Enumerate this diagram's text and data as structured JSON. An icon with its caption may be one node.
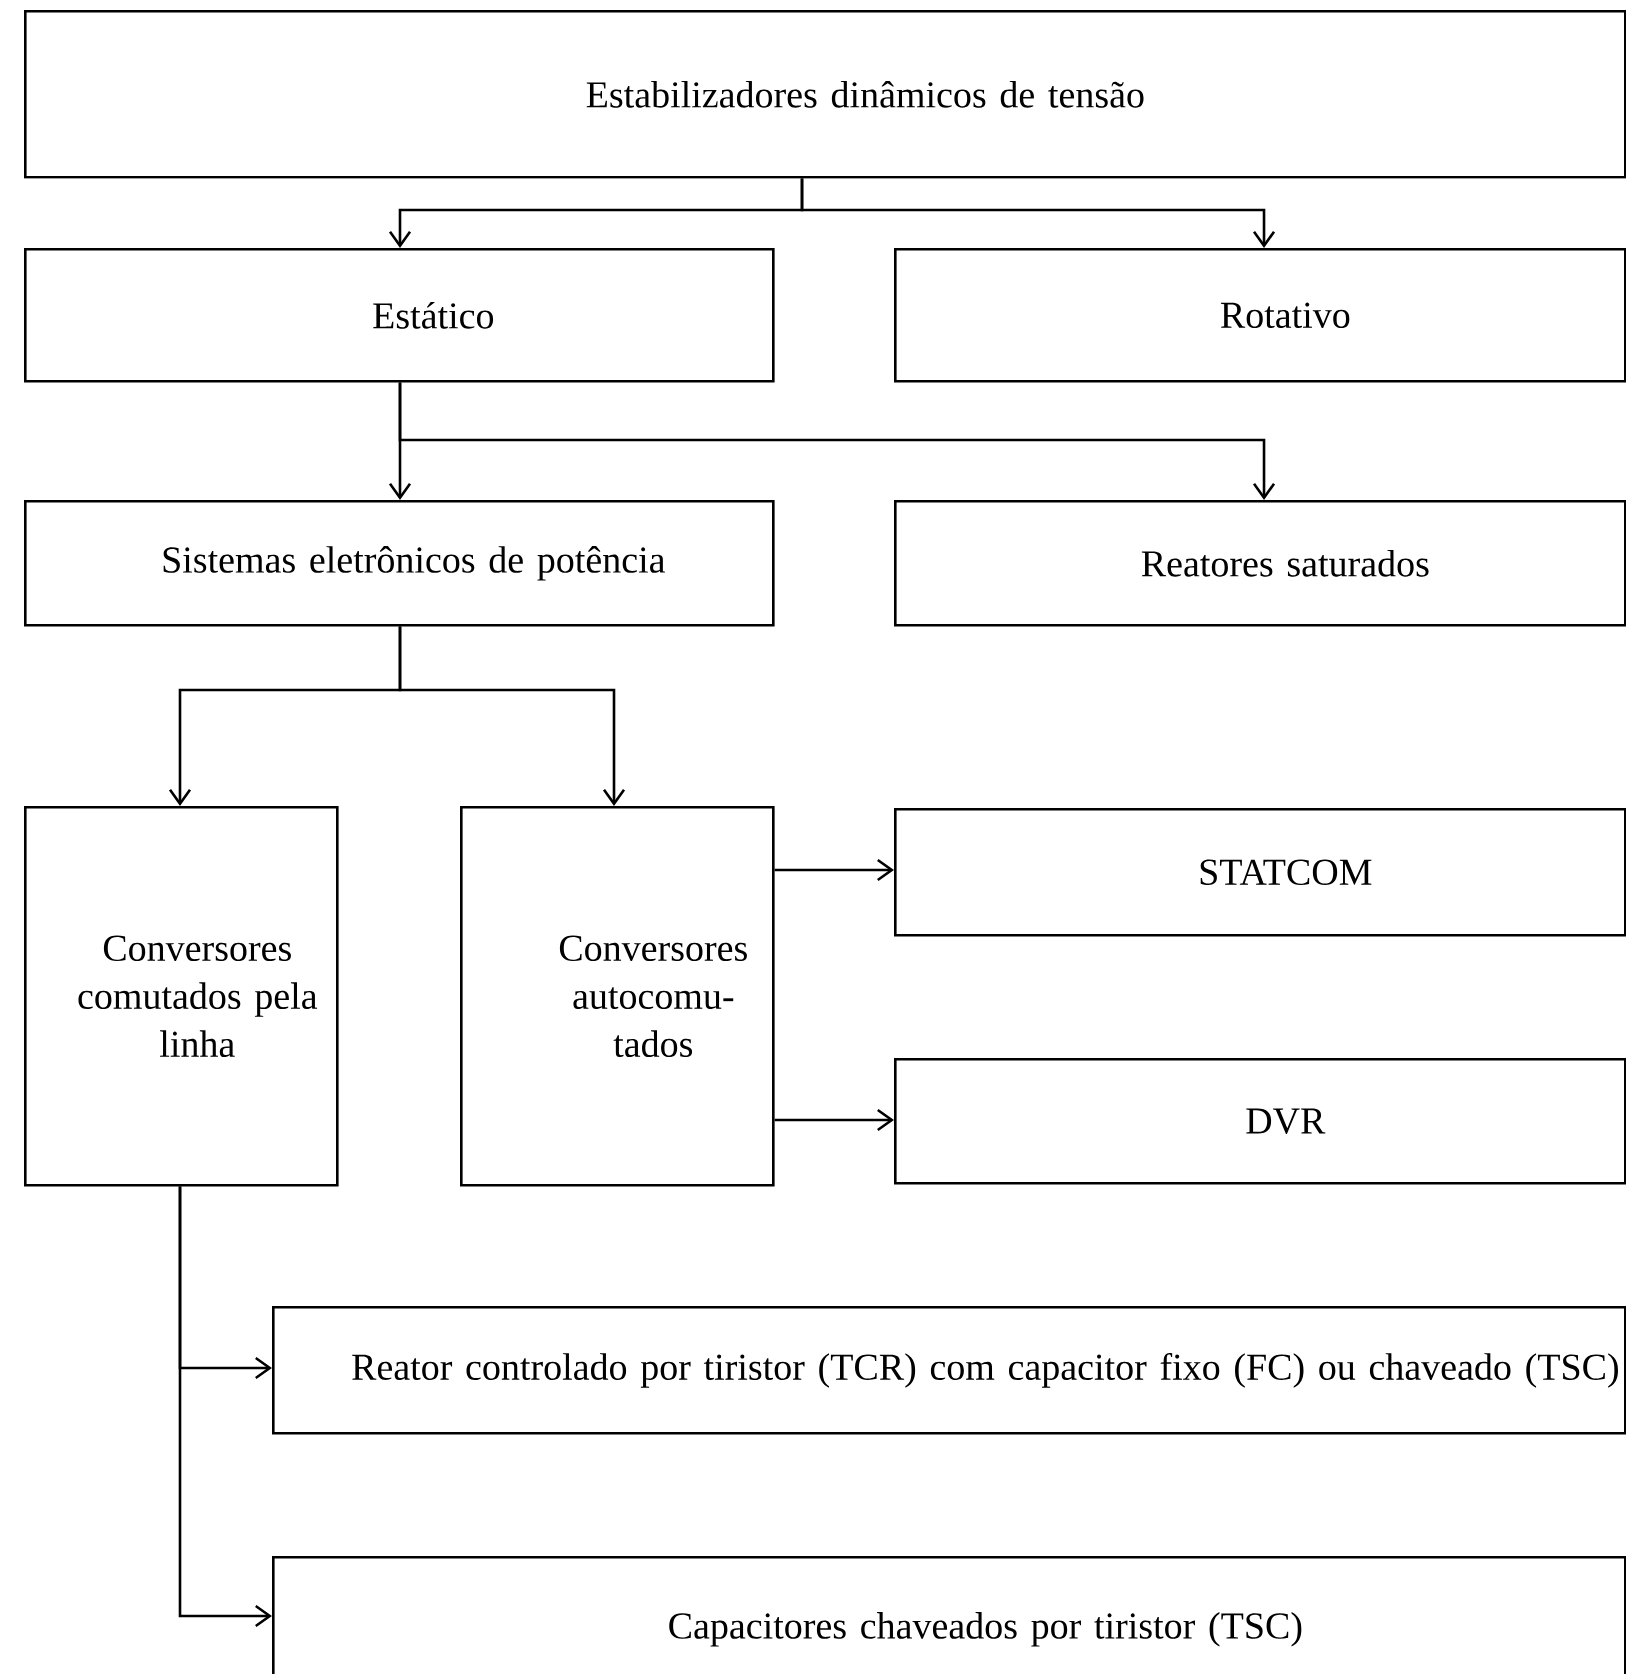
{
  "diagram": {
    "nodes": [
      {
        "text": [
          "Estabilizadores dinâmicos de tensão"
        ]
      },
      {
        "text": [
          "Estático"
        ]
      },
      {
        "text": [
          "Rotativo"
        ]
      },
      {
        "text": [
          "Sistemas eletrônicos de potência"
        ]
      },
      {
        "text": [
          "Reatores saturados"
        ]
      },
      {
        "text": [
          "Conversores comutados pela linha"
        ]
      },
      {
        "text": [
          "Conversores autocomu-tados"
        ]
      },
      {
        "text": [
          "STATCOM"
        ]
      },
      {
        "text": [
          "DVR"
        ]
      },
      {
        "text": [
          "Reator controlado por tiristor (TCR) com capacitor fixo (FC) ou chaveado (TSC)"
        ]
      },
      {
        "text": [
          "Capacitores chaveados por tiristor (TSC)"
        ]
      }
    ],
    "edges": [
      {
        "from": 0,
        "to": 1,
        "arrow": "to"
      },
      {
        "from": 0,
        "to": 2,
        "arrow": "to"
      },
      {
        "from": 1,
        "to": 3,
        "arrow": "to"
      },
      {
        "from": 1,
        "to": 4,
        "arrow": "to"
      },
      {
        "from": 3,
        "to": 5,
        "arrow": "to"
      },
      {
        "from": 3,
        "to": 6,
        "arrow": "to"
      },
      {
        "from": 6,
        "to": 7,
        "arrow": "to"
      },
      {
        "from": 6,
        "to": 8,
        "arrow": "to"
      },
      {
        "from": 5,
        "to": 9,
        "arrow": "to"
      },
      {
        "from": 5,
        "to": 10,
        "arrow": "to"
      }
    ]
  }
}
